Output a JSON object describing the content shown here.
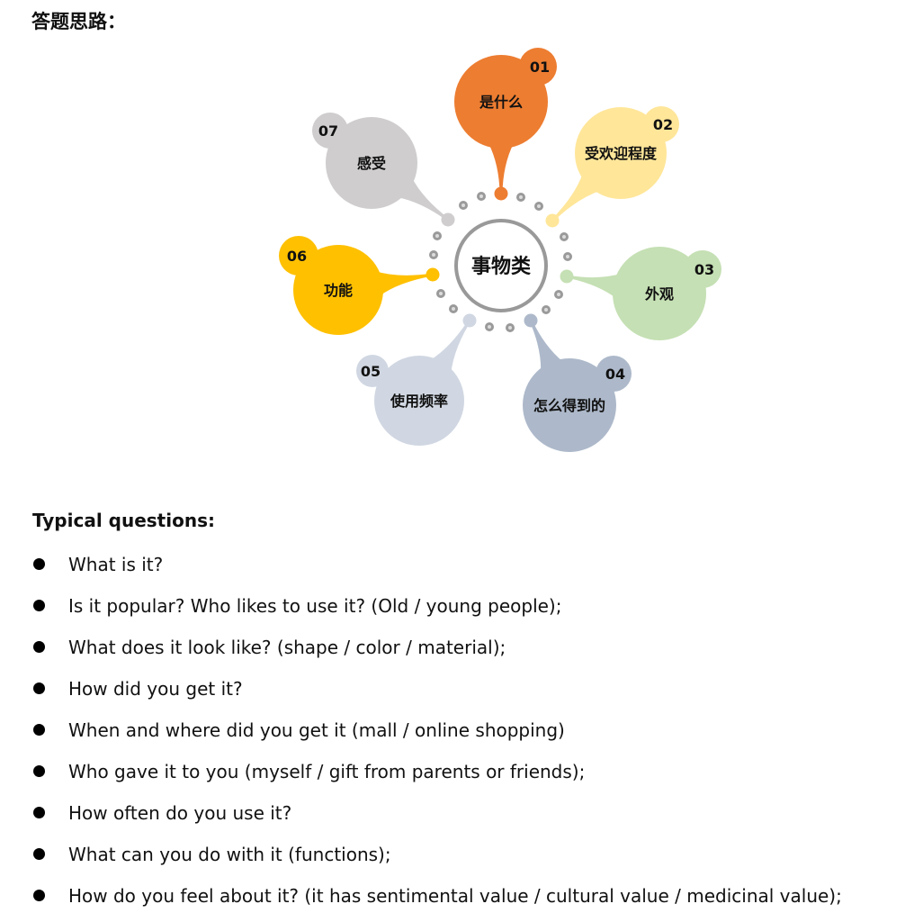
{
  "title": "答题思路：",
  "diagram": {
    "center_label": "事物类",
    "center_stroke": "#999999",
    "ring_dot_color": "#9a9a9a",
    "nodes": [
      {
        "num": "01",
        "label": "是什么",
        "color": "#ED7D31"
      },
      {
        "num": "02",
        "label": "受欢迎程度",
        "color": "#FFE699"
      },
      {
        "num": "03",
        "label": "外观",
        "color": "#C5E0B4"
      },
      {
        "num": "04",
        "label": "怎么得到的",
        "color": "#ADB9CA"
      },
      {
        "num": "05",
        "label": "使用频率",
        "color": "#D0D7E2"
      },
      {
        "num": "06",
        "label": "功能",
        "color": "#FFC000"
      },
      {
        "num": "07",
        "label": "感受",
        "color": "#CFCDCD"
      }
    ]
  },
  "questions": {
    "heading": "Typical questions:",
    "items": [
      "What is it?",
      "Is it popular? Who likes to use it? (Old / young people);",
      "What does it look like? (shape / color / material);",
      "How did you get it?",
      "When and where did you get it (mall / online shopping)",
      "Who gave it to you (myself / gift from parents or friends);",
      "How often do you use it?",
      "What can you do with it (functions);",
      "How do you feel about it? (it has sentimental value / cultural value / medicinal value);"
    ]
  }
}
